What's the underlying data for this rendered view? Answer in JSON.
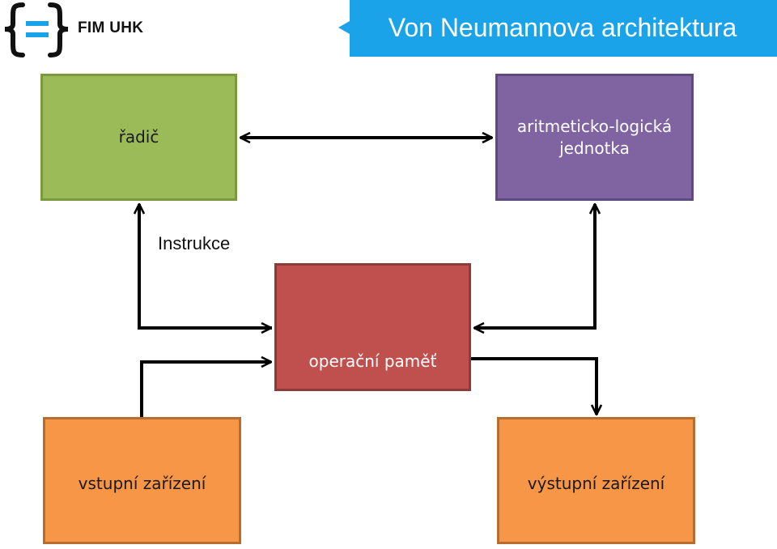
{
  "logo": {
    "text": "FIM UHK",
    "icon": "braces-equals-logo"
  },
  "title": "Von Neumannova architektura",
  "boxes": {
    "radic": "řadič",
    "alu": "aritmeticko-logická jednotka",
    "memory": "operační paměť",
    "input": "vstupní zařízení",
    "output": "výstupní zařízení"
  },
  "labels": {
    "instructions": "Instrukce"
  },
  "colors": {
    "title_banner": "#1aa3e8",
    "logo_accent": "#1aa3e8",
    "radic": "#9bbb59",
    "alu": "#8064a2",
    "memory": "#c0504d",
    "io": "#f79646",
    "connector": "#000000"
  },
  "connections": [
    {
      "from": "radic",
      "to": "alu",
      "direction": "both"
    },
    {
      "from": "memory",
      "to": "radic",
      "direction": "one-way",
      "label": "Instrukce"
    },
    {
      "from": "radic",
      "to": "memory",
      "direction": "one-way"
    },
    {
      "from": "memory",
      "to": "alu",
      "direction": "one-way"
    },
    {
      "from": "alu",
      "to": "memory",
      "direction": "one-way"
    },
    {
      "from": "input",
      "to": "memory",
      "direction": "one-way"
    },
    {
      "from": "memory",
      "to": "output",
      "direction": "one-way"
    }
  ]
}
